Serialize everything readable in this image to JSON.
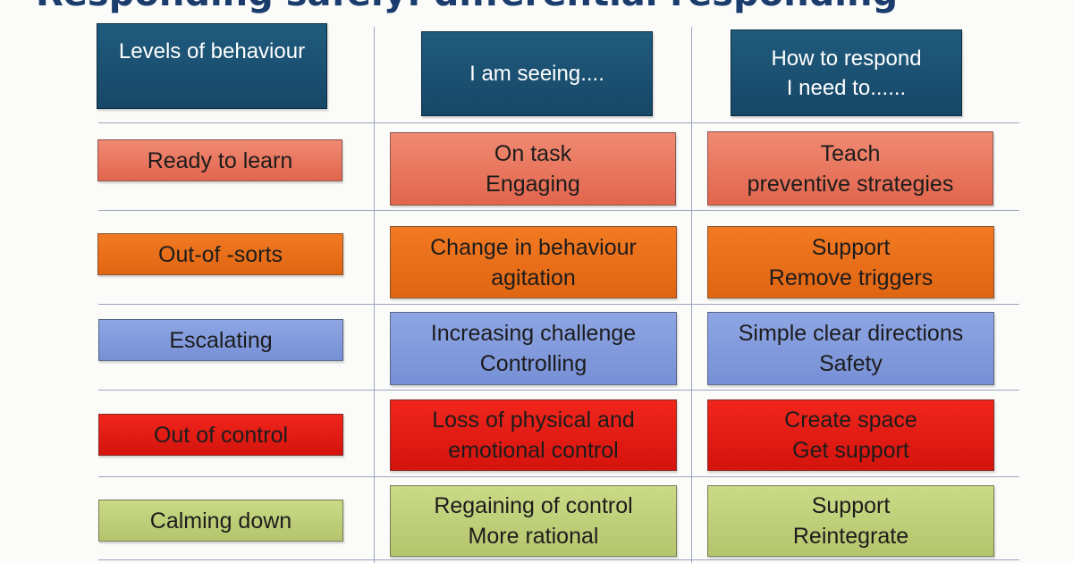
{
  "title": "Responding safely: differential responding",
  "headers": {
    "levels": [
      "Levels of behaviour"
    ],
    "seeing": [
      "I am seeing...."
    ],
    "respond": [
      "How to respond",
      "I need to......"
    ]
  },
  "rows": [
    {
      "level": "Ready to learn",
      "seeing": [
        "On task",
        "Engaging"
      ],
      "respond": [
        "Teach",
        "preventive strategies"
      ]
    },
    {
      "level": "Out-of -sorts",
      "seeing": [
        "Change in behaviour",
        "agitation"
      ],
      "respond": [
        "Support",
        "Remove triggers"
      ]
    },
    {
      "level": "Escalating",
      "seeing": [
        "Increasing challenge",
        "Controlling"
      ],
      "respond": [
        "Simple clear directions",
        "Safety"
      ]
    },
    {
      "level": "Out of control",
      "seeing": [
        "Loss of physical and",
        "emotional control"
      ],
      "respond": [
        "Create space",
        "Get support"
      ]
    },
    {
      "level": "Calming down",
      "seeing": [
        "Regaining of control",
        "More rational"
      ],
      "respond": [
        "Support",
        "Reintegrate"
      ]
    }
  ],
  "colors": {
    "header": "#1f5b7d",
    "ready_to_learn": "#e97a61",
    "out_of_sorts": "#ea7019",
    "escalating": "#839bdc",
    "out_of_control": "#e51d15",
    "calming_down": "#bfcf79"
  }
}
